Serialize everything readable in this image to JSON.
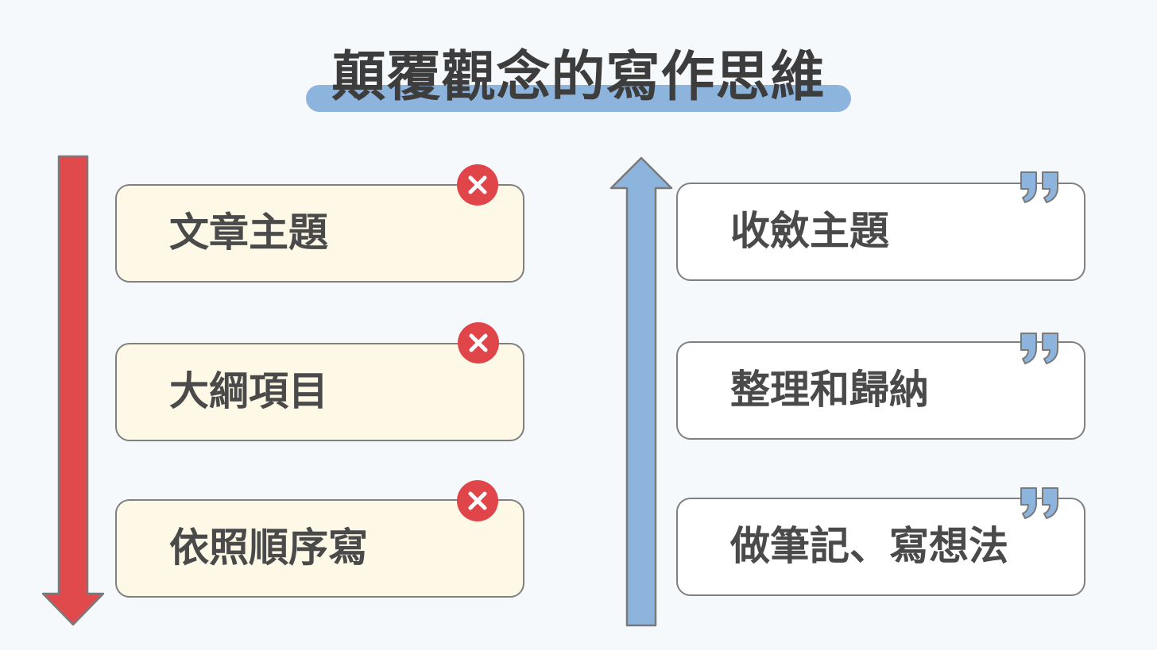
{
  "title": "顛覆觀念的寫作思維",
  "left_column": {
    "items": [
      {
        "label": "文章主題"
      },
      {
        "label": "大綱項目"
      },
      {
        "label": "依照順序寫"
      }
    ]
  },
  "right_column": {
    "items": [
      {
        "label": "收斂主題"
      },
      {
        "label": "整理和歸納"
      },
      {
        "label": "做筆記、寫想法"
      }
    ]
  },
  "colors": {
    "down_arrow": "#e04a4c",
    "up_arrow": "#8db4dd",
    "left_card_fill": "#fef8e6",
    "right_card_fill": "#ffffff",
    "x_badge": "#e0454a",
    "quote_icon": "#8db4dd"
  },
  "icons": {
    "left_badge": "x-circle-icon",
    "right_badge": "quote-icon"
  }
}
